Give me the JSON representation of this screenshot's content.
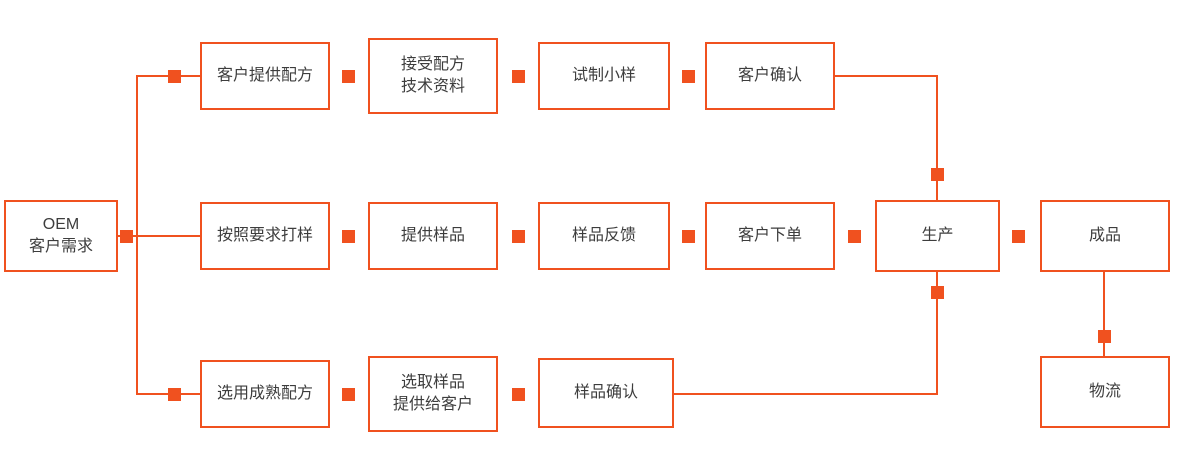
{
  "diagram": {
    "title": "OEM customer demand flowchart",
    "colors": {
      "accent": "#F0511F",
      "text": "#3d3d3d",
      "background": "#ffffff"
    },
    "nodes": {
      "oem": "OEM\n客户需求",
      "top1": "客户提供配方",
      "top2": "接受配方\n技术资料",
      "top3": "试制小样",
      "top4": "客户确认",
      "mid1": "按照要求打样",
      "mid2": "提供样品",
      "mid3": "样品反馈",
      "mid4": "客户下单",
      "mid5": "生产",
      "mid6": "成品",
      "bot1": "选用成熟配方",
      "bot2": "选取样品\n提供给客户",
      "bot3": "样品确认",
      "bot4": "物流"
    },
    "edges": [
      {
        "from": "oem",
        "to": "top1"
      },
      {
        "from": "top1",
        "to": "top2"
      },
      {
        "from": "top2",
        "to": "top3"
      },
      {
        "from": "top3",
        "to": "top4"
      },
      {
        "from": "top4",
        "to": "mid5"
      },
      {
        "from": "oem",
        "to": "mid1"
      },
      {
        "from": "mid1",
        "to": "mid2"
      },
      {
        "from": "mid2",
        "to": "mid3"
      },
      {
        "from": "mid3",
        "to": "mid4"
      },
      {
        "from": "mid4",
        "to": "mid5"
      },
      {
        "from": "mid5",
        "to": "mid6"
      },
      {
        "from": "mid6",
        "to": "bot4"
      },
      {
        "from": "oem",
        "to": "bot1"
      },
      {
        "from": "bot1",
        "to": "bot2"
      },
      {
        "from": "bot2",
        "to": "bot3"
      },
      {
        "from": "bot3",
        "to": "mid5"
      }
    ]
  }
}
